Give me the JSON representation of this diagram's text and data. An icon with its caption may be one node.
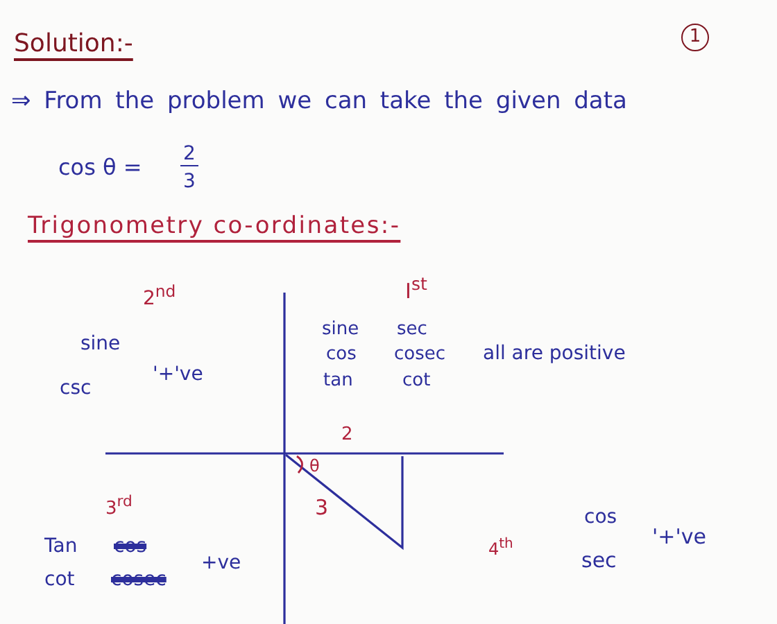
{
  "diagram": {
    "title": "Solution:-",
    "labels": [
      "1",
      "⇒ From the problem we can take the given data",
      "cos θ =",
      "2",
      "3",
      "Trigonometry co-ordinates:-",
      "2$^{nd}$",
      "I$^{st}$",
      "sine",
      "csc",
      "'+'ve",
      "sine",
      "sec",
      "cos",
      "cosec",
      "tan",
      "cot",
      "all are positive",
      "2",
      "θ",
      "3$^{rd}$",
      "3",
      "Tan",
      "cos",
      "+ve",
      "cot",
      "cosec",
      "4$^{th}$",
      "cos",
      "'+'ve",
      "sec"
    ]
  }
}
